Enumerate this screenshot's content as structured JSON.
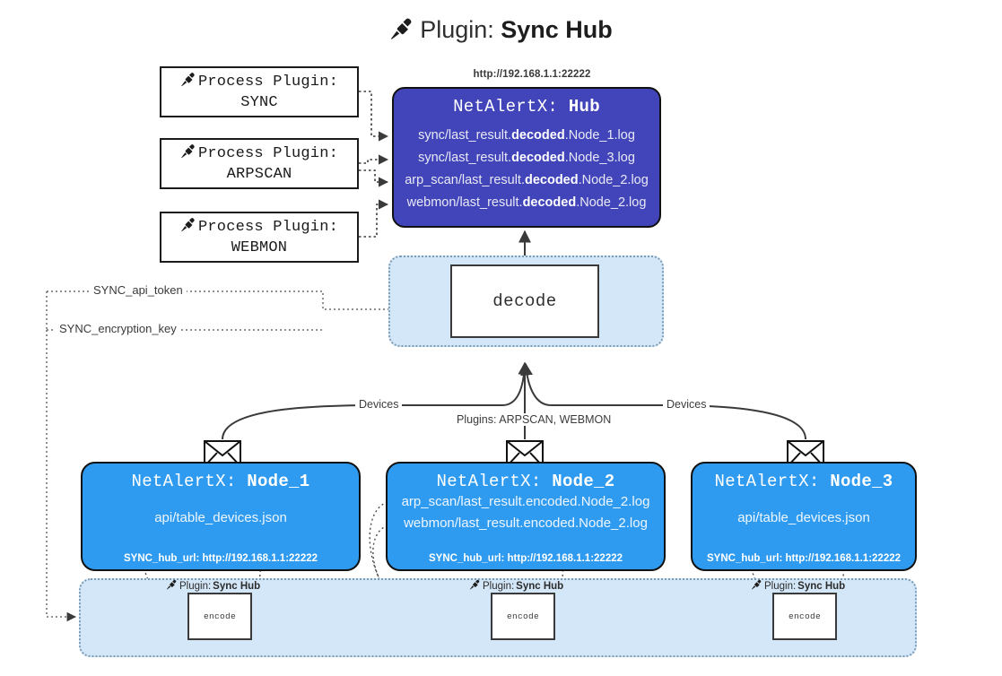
{
  "title": {
    "icon": "plug-icon",
    "prefix": "Plugin:",
    "name": "Sync Hub"
  },
  "process_plugins": [
    {
      "icon": "plug-icon",
      "label": "Process Plugin:",
      "name": "SYNC"
    },
    {
      "icon": "plug-icon",
      "label": "Process Plugin:",
      "name": "ARPSCAN"
    },
    {
      "icon": "plug-icon",
      "label": "Process Plugin:",
      "name": "WEBMON"
    }
  ],
  "hub": {
    "url": "http://192.168.1.1:22222",
    "title_prefix": "NetAlertX:",
    "title_name": "Hub",
    "lines": [
      {
        "pre": "sync/last_result.",
        "mid": "decoded",
        "post": ".Node_1.log"
      },
      {
        "pre": "sync/last_result.",
        "mid": "decoded",
        "post": ".Node_3.log"
      },
      {
        "pre": "arp_scan/last_result.",
        "mid": "decoded",
        "post": ".Node_2.log"
      },
      {
        "pre": "webmon/last_result.",
        "mid": "decoded",
        "post": ".Node_2.log"
      }
    ]
  },
  "decode": {
    "label": "decode"
  },
  "tokens": {
    "api_token": "SYNC_api_token",
    "encryption_key": "SYNC_encryption_key"
  },
  "edge_labels": {
    "devices_left": "Devices",
    "devices_right": "Devices",
    "plugins_center": "Plugins: ARPSCAN, WEBMON"
  },
  "nodes": [
    {
      "title_prefix": "NetAlertX:",
      "title_name": "Node_1",
      "lines": [
        "api/table_devices.json"
      ],
      "footer": "SYNC_hub_url: http://192.168.1.1:22222",
      "envelope_icon": "envelope-icon"
    },
    {
      "title_prefix": "NetAlertX:",
      "title_name": "Node_2",
      "lines": [
        "arp_scan/last_result.encoded.Node_2.log",
        "webmon/last_result.encoded.Node_2.log"
      ],
      "footer": "SYNC_hub_url: http://192.168.1.1:22222",
      "envelope_icon": "envelope-icon"
    },
    {
      "title_prefix": "NetAlertX:",
      "title_name": "Node_3",
      "lines": [
        "api/table_devices.json"
      ],
      "footer": "SYNC_hub_url: http://192.168.1.1:22222",
      "envelope_icon": "envelope-icon"
    }
  ],
  "encoders": [
    {
      "caption_prefix": "Plugin:",
      "caption_name": "Sync Hub",
      "label": "encode",
      "icon": "plug-icon"
    },
    {
      "caption_prefix": "Plugin:",
      "caption_name": "Sync Hub",
      "label": "encode",
      "icon": "plug-icon"
    },
    {
      "caption_prefix": "Plugin:",
      "caption_name": "Sync Hub",
      "label": "encode",
      "icon": "plug-icon"
    }
  ],
  "colors": {
    "hub_fill": "#4145b9",
    "node_fill": "#2f9bf0",
    "container_fill": "#d4e7f8",
    "container_border": "#7a9bb5",
    "stroke": "#3a3a3a"
  }
}
